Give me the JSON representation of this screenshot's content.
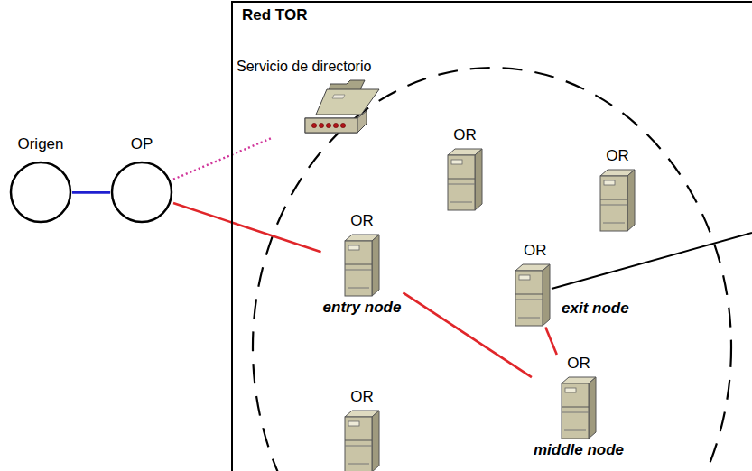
{
  "diagram": {
    "nodes": [
      {
        "text": [
          "Origen"
        ]
      },
      {
        "text": [
          "OP"
        ]
      },
      {
        "text": [
          "Red TOR"
        ]
      },
      {
        "text": [
          "Servicio de directorio"
        ],
        "in": 2
      },
      {
        "text": [
          "OR"
        ],
        "in": 2
      },
      {
        "text": [
          "OR"
        ],
        "in": 2
      },
      {
        "text": [
          "OR",
          "entry node"
        ],
        "in": 2
      },
      {
        "text": [
          "OR",
          "exit node"
        ],
        "in": 2
      },
      {
        "text": [
          "OR",
          "middle node"
        ],
        "in": 2
      },
      {
        "text": [
          "OR"
        ],
        "in": 2
      }
    ],
    "edges": [
      {
        "from": 0,
        "to": 1,
        "arrow": "none"
      },
      {
        "from": 1,
        "to": 3,
        "arrow": "none"
      },
      {
        "from": 1,
        "to": 6,
        "arrow": "none"
      },
      {
        "from": 6,
        "to": 8,
        "arrow": "none"
      },
      {
        "from": 8,
        "to": 7,
        "arrow": "none"
      }
    ]
  }
}
